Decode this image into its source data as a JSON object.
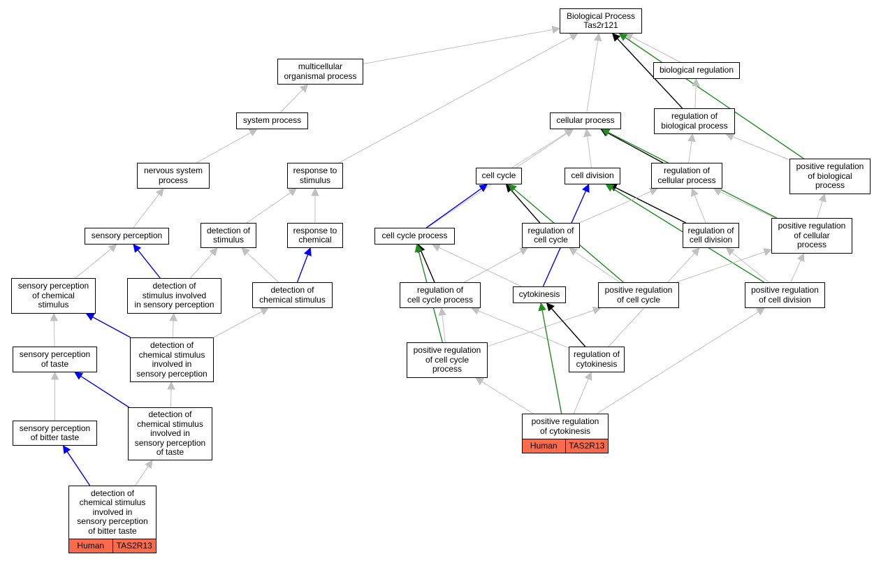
{
  "colors": {
    "gray": "#c0c0c0",
    "black": "#000000",
    "blue": "#0000ff",
    "green": "#228b22",
    "tag": "#fa6b4b"
  },
  "nodes": [
    {
      "id": "bp",
      "label": "Biological Process\nTas2r121"
    },
    {
      "id": "mop",
      "label": "multicellular\norganismal process"
    },
    {
      "id": "breg",
      "label": "biological regulation"
    },
    {
      "id": "sysp",
      "label": "system process"
    },
    {
      "id": "cellp",
      "label": "cellular process"
    },
    {
      "id": "rbp",
      "label": "regulation of\nbiological process"
    },
    {
      "id": "nsp",
      "label": "nervous system\nprocess"
    },
    {
      "id": "rts",
      "label": "response to\nstimulus"
    },
    {
      "id": "cc",
      "label": "cell cycle"
    },
    {
      "id": "cd",
      "label": "cell division"
    },
    {
      "id": "rcp",
      "label": "regulation of\ncellular process"
    },
    {
      "id": "prbp",
      "label": "positive regulation\nof biological\nprocess"
    },
    {
      "id": "sp",
      "label": "sensory perception"
    },
    {
      "id": "dos",
      "label": "detection of\nstimulus"
    },
    {
      "id": "rtc",
      "label": "response to\nchemical"
    },
    {
      "id": "ccp",
      "label": "cell cycle process"
    },
    {
      "id": "rcc",
      "label": "regulation of\ncell cycle"
    },
    {
      "id": "rcd",
      "label": "regulation of\ncell division"
    },
    {
      "id": "prcp",
      "label": "positive regulation\nof cellular\nprocess"
    },
    {
      "id": "spcs",
      "label": "sensory perception\nof chemical\nstimulus"
    },
    {
      "id": "dsisp",
      "label": "detection of\nstimulus involved\nin sensory perception"
    },
    {
      "id": "dcs",
      "label": "detection of\nchemical stimulus"
    },
    {
      "id": "rccp",
      "label": "regulation of\ncell cycle process"
    },
    {
      "id": "ck",
      "label": "cytokinesis"
    },
    {
      "id": "prcc",
      "label": "positive regulation\nof cell cycle"
    },
    {
      "id": "prcd",
      "label": "positive regulation\nof cell division"
    },
    {
      "id": "spt",
      "label": "sensory perception\nof taste"
    },
    {
      "id": "dcsisp",
      "label": "detection of\nchemical stimulus\ninvolved in\nsensory perception"
    },
    {
      "id": "prccp",
      "label": "positive regulation\nof cell cycle\nprocess"
    },
    {
      "id": "rck",
      "label": "regulation of\ncytokinesis"
    },
    {
      "id": "spbt",
      "label": "sensory perception\nof bitter taste"
    },
    {
      "id": "dcsispt",
      "label": "detection of\nchemical stimulus\ninvolved in\nsensory perception\nof taste"
    },
    {
      "id": "prck",
      "label": "positive regulation\nof cytokinesis",
      "tags": [
        "Human",
        "TAS2R13"
      ]
    },
    {
      "id": "dcsispbt",
      "label": "detection of\nchemical stimulus\ninvolved in\nsensory perception\nof bitter taste",
      "tags": [
        "Human",
        "TAS2R13"
      ]
    }
  ],
  "edges": [
    {
      "from": "mop",
      "to": "bp",
      "color": "gray"
    },
    {
      "from": "rts",
      "to": "bp",
      "color": "gray"
    },
    {
      "from": "cellp",
      "to": "bp",
      "color": "gray"
    },
    {
      "from": "breg",
      "to": "bp",
      "color": "gray"
    },
    {
      "from": "rbp",
      "to": "bp",
      "color": "black"
    },
    {
      "from": "prbp",
      "to": "bp",
      "color": "green"
    },
    {
      "from": "sysp",
      "to": "mop",
      "color": "gray"
    },
    {
      "from": "rbp",
      "to": "breg",
      "color": "gray"
    },
    {
      "from": "nsp",
      "to": "sysp",
      "color": "gray"
    },
    {
      "from": "cc",
      "to": "cellp",
      "color": "gray"
    },
    {
      "from": "cd",
      "to": "cellp",
      "color": "gray"
    },
    {
      "from": "rcp",
      "to": "cellp",
      "color": "black"
    },
    {
      "from": "ccp",
      "to": "cellp",
      "color": "gray"
    },
    {
      "from": "prcp",
      "to": "cellp",
      "color": "green"
    },
    {
      "from": "rcp",
      "to": "rbp",
      "color": "gray"
    },
    {
      "from": "prbp",
      "to": "rbp",
      "color": "gray"
    },
    {
      "from": "sp",
      "to": "nsp",
      "color": "gray"
    },
    {
      "from": "dos",
      "to": "rts",
      "color": "gray"
    },
    {
      "from": "rtc",
      "to": "rts",
      "color": "gray"
    },
    {
      "from": "ccp",
      "to": "cc",
      "color": "blue"
    },
    {
      "from": "rcc",
      "to": "cc",
      "color": "black"
    },
    {
      "from": "prcc",
      "to": "cc",
      "color": "green"
    },
    {
      "from": "rcd",
      "to": "cd",
      "color": "black"
    },
    {
      "from": "ck",
      "to": "cd",
      "color": "blue"
    },
    {
      "from": "prcd",
      "to": "cd",
      "color": "green"
    },
    {
      "from": "rcc",
      "to": "rcp",
      "color": "gray"
    },
    {
      "from": "rcd",
      "to": "rcp",
      "color": "gray"
    },
    {
      "from": "prcp",
      "to": "rcp",
      "color": "gray"
    },
    {
      "from": "prcp",
      "to": "prbp",
      "color": "gray"
    },
    {
      "from": "spcs",
      "to": "sp",
      "color": "gray"
    },
    {
      "from": "dsisp",
      "to": "sp",
      "color": "blue"
    },
    {
      "from": "dsisp",
      "to": "dos",
      "color": "gray"
    },
    {
      "from": "dcs",
      "to": "dos",
      "color": "gray"
    },
    {
      "from": "dcs",
      "to": "rtc",
      "color": "blue"
    },
    {
      "from": "rccp",
      "to": "ccp",
      "color": "black"
    },
    {
      "from": "ck",
      "to": "ccp",
      "color": "gray"
    },
    {
      "from": "prccp",
      "to": "ccp",
      "color": "green"
    },
    {
      "from": "rccp",
      "to": "rcc",
      "color": "gray"
    },
    {
      "from": "prcc",
      "to": "rcc",
      "color": "gray"
    },
    {
      "from": "rck",
      "to": "rcd",
      "color": "gray"
    },
    {
      "from": "prcd",
      "to": "rcd",
      "color": "gray"
    },
    {
      "from": "prcc",
      "to": "prcp",
      "color": "gray"
    },
    {
      "from": "prcd",
      "to": "prcp",
      "color": "gray"
    },
    {
      "from": "spt",
      "to": "spcs",
      "color": "gray"
    },
    {
      "from": "dcsisp",
      "to": "spcs",
      "color": "blue"
    },
    {
      "from": "dcsisp",
      "to": "dsisp",
      "color": "gray"
    },
    {
      "from": "dcsisp",
      "to": "dcs",
      "color": "gray"
    },
    {
      "from": "prccp",
      "to": "rccp",
      "color": "gray"
    },
    {
      "from": "rck",
      "to": "rccp",
      "color": "gray"
    },
    {
      "from": "prccp",
      "to": "prcc",
      "color": "gray"
    },
    {
      "from": "rck",
      "to": "ck",
      "color": "black"
    },
    {
      "from": "prck",
      "to": "ck",
      "color": "green"
    },
    {
      "from": "spbt",
      "to": "spt",
      "color": "gray"
    },
    {
      "from": "dcsispt",
      "to": "spt",
      "color": "blue"
    },
    {
      "from": "dcsispt",
      "to": "dcsisp",
      "color": "gray"
    },
    {
      "from": "prck",
      "to": "prccp",
      "color": "gray"
    },
    {
      "from": "prck",
      "to": "rck",
      "color": "gray"
    },
    {
      "from": "prck",
      "to": "prcd",
      "color": "gray"
    },
    {
      "from": "dcsispbt",
      "to": "spbt",
      "color": "blue"
    },
    {
      "from": "dcsispbt",
      "to": "dcsispt",
      "color": "gray"
    }
  ]
}
